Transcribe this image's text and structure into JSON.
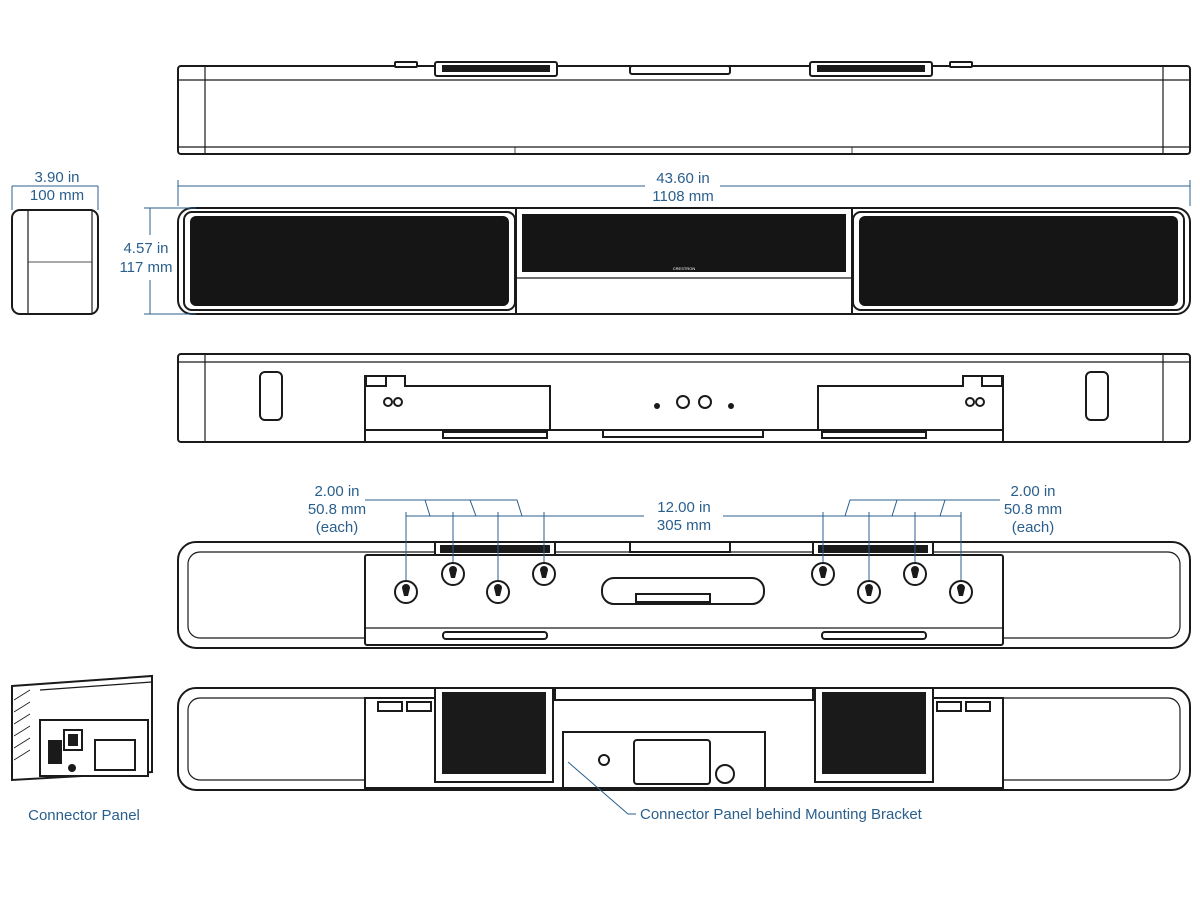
{
  "colors": {
    "dimension": "#2a5f8c",
    "outline": "#1a1a1a",
    "grille": "#151515",
    "background": "#ffffff"
  },
  "dimensions": {
    "depth": {
      "inches": "3.90 in",
      "mm": "100 mm"
    },
    "width": {
      "inches": "43.60 in",
      "mm": "1108 mm"
    },
    "height": {
      "inches": "4.57 in",
      "mm": "117 mm"
    },
    "slot_spacing_left": {
      "inches": "2.00 in",
      "mm": "50.8 mm",
      "note": "(each)"
    },
    "center_spacing": {
      "inches": "12.00 in",
      "mm": "305 mm"
    },
    "slot_spacing_right": {
      "inches": "2.00 in",
      "mm": "50.8 mm",
      "note": "(each)"
    }
  },
  "labels": {
    "connector_panel": "Connector Panel",
    "connector_panel_behind": "Connector Panel behind Mounting Bracket",
    "brand_mark": "CRESTRON"
  }
}
